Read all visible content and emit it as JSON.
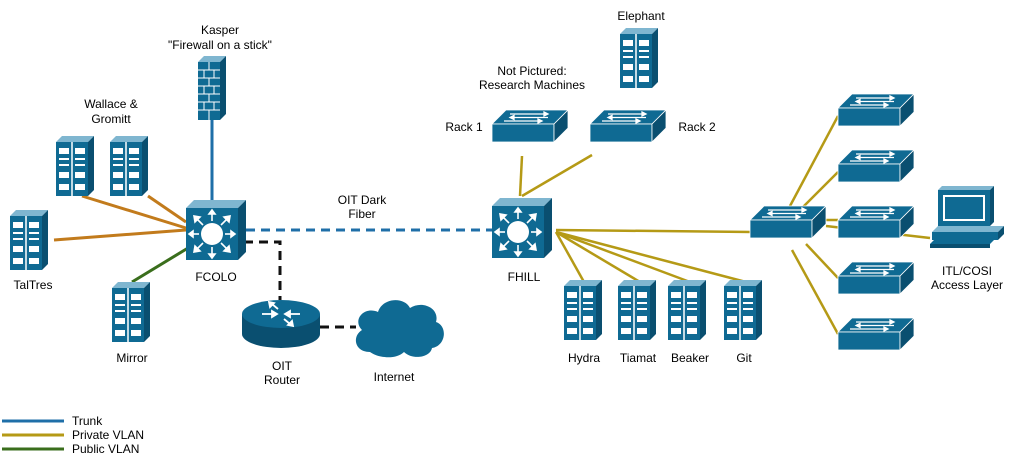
{
  "colors": {
    "device": "#0f6a93",
    "device_light": "#7fb6d0",
    "trunk": "#1f6fa8",
    "private_vlan": "#b59a16",
    "public_vlan": "#3a6e1c",
    "private_orange": "#c27b1c",
    "router_link": "#111111"
  },
  "labels": {
    "kasper_1": "Kasper",
    "kasper_2": "\"Firewall on a stick\"",
    "wallace_1": "Wallace &",
    "wallace_2": "Gromitt",
    "taltres": "TalTres",
    "mirror": "Mirror",
    "fcolo": "FCOLO",
    "oit_router_1": "OIT",
    "oit_router_2": "Router",
    "internet": "Internet",
    "dark_fiber_1": "OIT Dark",
    "dark_fiber_2": "Fiber",
    "fhill": "FHILL",
    "not_pictured_1": "Not Pictured:",
    "not_pictured_2": "Research Machines",
    "elephant": "Elephant",
    "rack1": "Rack 1",
    "rack2": "Rack 2",
    "hydra": "Hydra",
    "tiamat": "Tiamat",
    "beaker": "Beaker",
    "git": "Git",
    "itl_1": "ITL/COSI",
    "itl_2": "Access Layer"
  },
  "legend": [
    {
      "label": "Trunk",
      "color": "#1f6fa8"
    },
    {
      "label": "Private VLAN",
      "color": "#b59a16"
    },
    {
      "label": "Public VLAN",
      "color": "#3a6e1c"
    }
  ]
}
